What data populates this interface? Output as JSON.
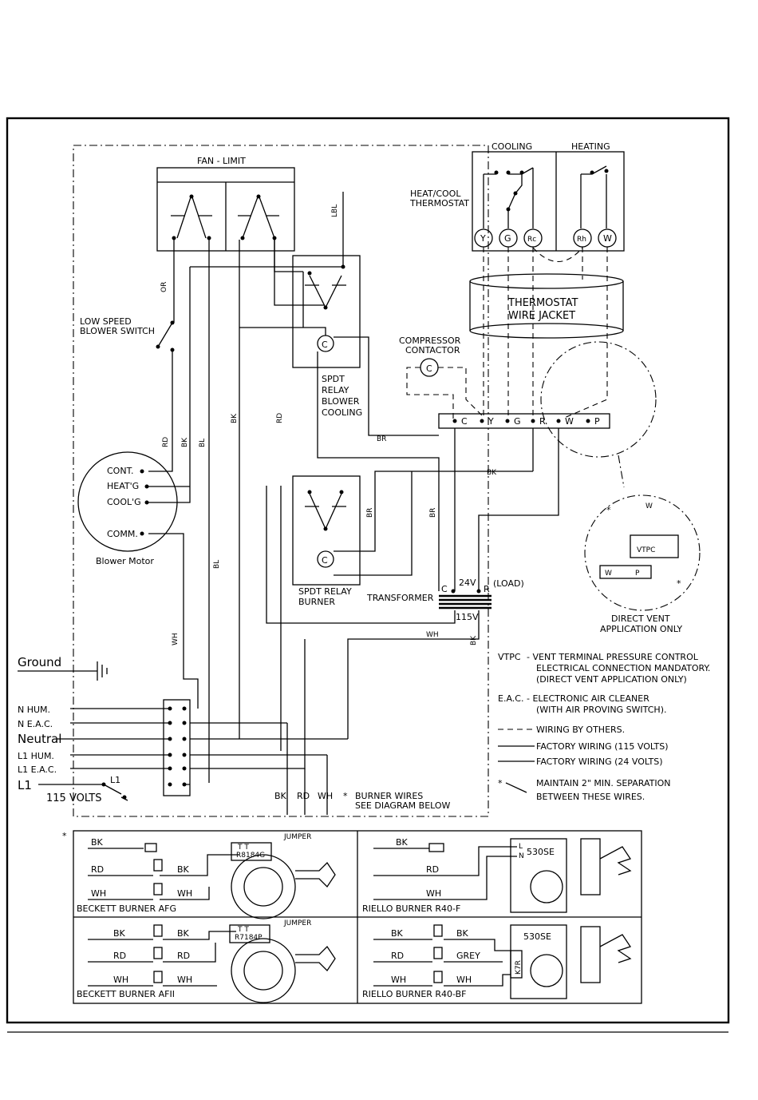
{
  "fan_limit": {
    "title": "FAN - LIMIT"
  },
  "thermostat": {
    "cooling": "COOLING",
    "heating": "HEATING",
    "title_1": "HEAT/COOL",
    "title_2": "THERMOSTAT",
    "terminals": [
      "Y",
      "G",
      "Rc",
      "Rh",
      "W"
    ],
    "jacket_1": "THERMOSTAT",
    "jacket_2": "WIRE JACKET"
  },
  "compressor": {
    "line_1": "COMPRESSOR",
    "line_2": "CONTACTOR",
    "coil": "C"
  },
  "terminal_strip": [
    "C",
    "Y",
    "G",
    "R",
    "W",
    "P"
  ],
  "low_speed": {
    "line_1": "LOW SPEED",
    "line_2": "BLOWER SWITCH"
  },
  "relay_cooling": {
    "line_1": "SPDT",
    "line_2": "RELAY",
    "line_3": "BLOWER",
    "line_4": "COOLING",
    "coil": "C"
  },
  "relay_burner": {
    "line_1": "SPDT RELAY",
    "line_2": "BURNER",
    "coil": "C"
  },
  "blower_motor": {
    "taps": [
      "CONT.",
      "HEAT'G",
      "COOL'G",
      "COMM."
    ],
    "label": "Blower Motor"
  },
  "transformer": {
    "label": "TRANSFORMER",
    "c": "C",
    "r": "R",
    "v24": "24V",
    "load": "(LOAD)",
    "v115": "115V"
  },
  "wire_colors": {
    "or": "OR",
    "lbl": "LBL",
    "rd": "RD",
    "bk": "BK",
    "bl": "BL",
    "br": "BR",
    "wh": "WH",
    "grey": "GREY"
  },
  "supply": {
    "ground": "Ground",
    "n_hum": "N HUM.",
    "n_eac": "N E.A.C.",
    "neutral": "Neutral",
    "l1_hum": "L1 HUM.",
    "l1_eac": "L1 E.A.C.",
    "l1": "L1",
    "l1_small": "L1",
    "volts": "115 VOLTS"
  },
  "burner_note": {
    "star": "*",
    "line_1": "BURNER WIRES",
    "line_2": "SEE DIAGRAM BELOW"
  },
  "direct_vent": {
    "label_1": "DIRECT VENT",
    "label_2": "APPLICATION ONLY",
    "vtpc": "VTPC",
    "w": "W",
    "p": "P",
    "star": "*"
  },
  "legend": {
    "vtpc_key": "VTPC",
    "vtpc_1": "- VENT TERMINAL PRESSURE CONTROL",
    "vtpc_2": "ELECTRICAL CONNECTION MANDATORY.",
    "vtpc_3": "(DIRECT VENT APPLICATION ONLY)",
    "eac_key": "E.A.C.",
    "eac_1": "- ELECTRONIC AIR CLEANER",
    "eac_2": "(WITH AIR PROVING SWITCH).",
    "others": "WIRING BY OTHERS.",
    "f115": "FACTORY WIRING (115 VOLTS)",
    "f24": "FACTORY WIRING (24 VOLTS)",
    "star": "*",
    "sep_1": "MAINTAIN 2\" MIN. SEPARATION",
    "sep_2": "BETWEEN THESE WIRES."
  },
  "burners": {
    "star": "*",
    "jumper": "JUMPER",
    "tt": "T T",
    "afg": {
      "title": "BECKETT BURNER AFG",
      "control": "R8184G"
    },
    "afii": {
      "title": "BECKETT BURNER AFII",
      "control": "R7184P"
    },
    "r40f": {
      "title": "RIELLO BURNER R40-F",
      "control": "530SE",
      "l": "L",
      "n": "N"
    },
    "r40bf": {
      "title": "RIELLO BURNER R40-BF",
      "control": "530SE",
      "k7r": "K7R"
    }
  }
}
